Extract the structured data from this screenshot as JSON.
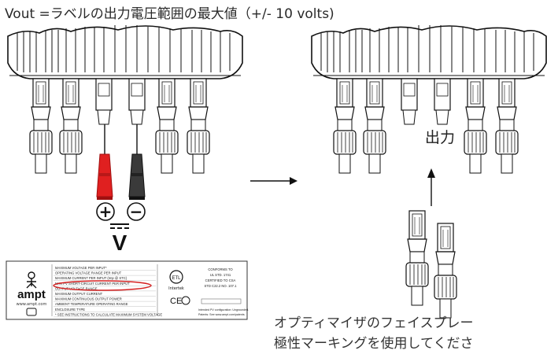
{
  "title": "Vout =ラベルの出力電圧範囲の最大値（+/- 10 volts)",
  "output_label": "出力",
  "meter": {
    "plus": "+",
    "minus": "−",
    "volt_symbol": "V"
  },
  "caption": {
    "line1": "オプティマイザのフェイスプレー",
    "line2": "極性マーキングを使用してくださ"
  },
  "nameplate": {
    "brand": "ampt",
    "website": "www.ampt.com",
    "rows": [
      "MAXIMUM VOLTAGE PER INPUT*",
      "OPERATING VOLTAGE RANGE PER INPUT",
      "MAXIMUM CURRENT PER INPUT (Imp @ STC)",
      "MAX PV SHORT-CIRCUIT CURRENT PER INPUT",
      "OUTPUT VOLTAGE RANGE",
      "MAXIMUM OUTPUT CURRENT",
      "MAXIMUM CONTINUOUS OUTPUT POWER",
      "AMBIENT TEMPERATURE OPERATING RANGE",
      "ENCLOSURE TYPE",
      "* SEE INSTRUCTIONS TO CALCULATE MAXIMUM SYSTEM VOLTAGE"
    ],
    "cert_lines": [
      "CONFORMS TO",
      "UL STD. 1741",
      "CERTIFIED TO CSA",
      "STD C22.2 NO. 107.1"
    ],
    "intertek": "Intertek",
    "ce": "CE",
    "config_note": "Intended PV configuration: Ungrounded.",
    "patents": "Patents: See www.ampt.com/patents"
  },
  "colors": {
    "red_probe": "#e02020",
    "black_probe": "#3a3a3a",
    "highlight_oval": "#d42020",
    "line": "#111111"
  }
}
